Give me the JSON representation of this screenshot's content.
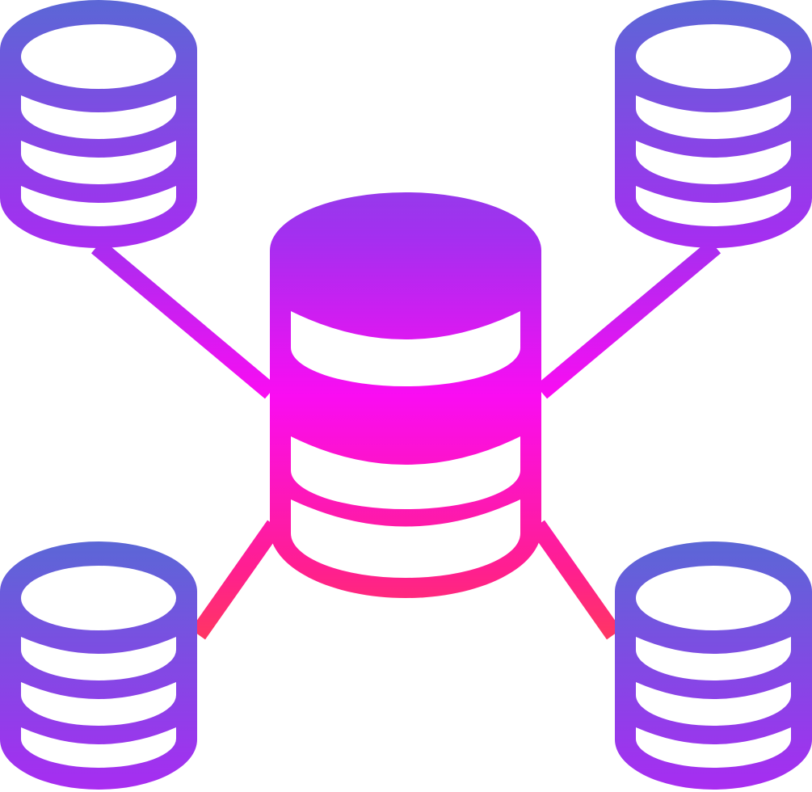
{
  "icon": {
    "name": "distributed-database-icon",
    "style": "gradient glyph",
    "gradient": {
      "top": "#5b67d6",
      "upper": "#a42ff0",
      "middle": "#fa0cf2",
      "lower": "#ff1f8f",
      "bottom": "#ff6a00"
    },
    "background": "#ffffff",
    "parts": [
      "center-database",
      "top-left-database",
      "top-right-database",
      "bottom-left-database",
      "bottom-right-database"
    ]
  }
}
